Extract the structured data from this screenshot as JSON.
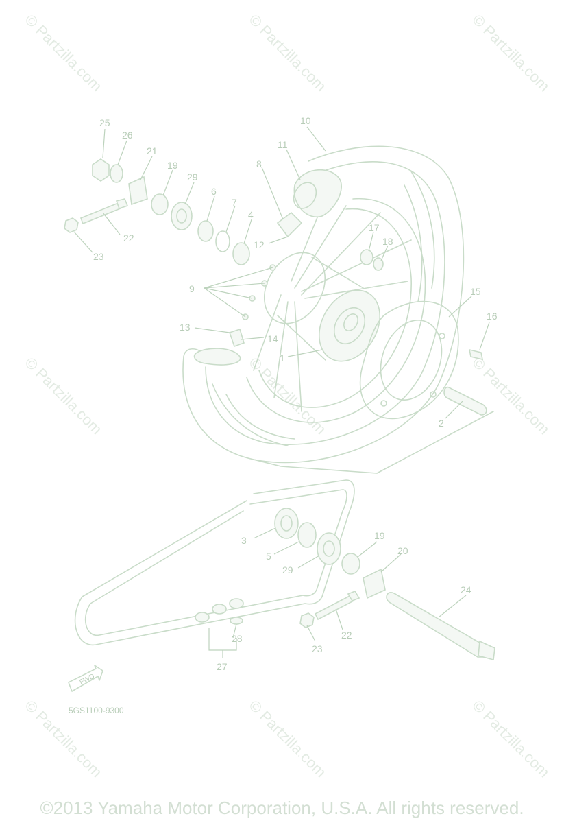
{
  "watermark": "© Partzilla.com",
  "diagram_code": "5GS1100-9300",
  "fwd_label": "FWD",
  "copyright": "©2013 Yamaha Motor Corporation, U.S.A. All rights reserved.",
  "callouts": {
    "c1": "1",
    "c2": "2",
    "c3": "3",
    "c4": "4",
    "c5": "5",
    "c6": "6",
    "c7": "7",
    "c8": "8",
    "c9": "9",
    "c10": "10",
    "c11": "11",
    "c12": "12",
    "c13": "13",
    "c14": "14",
    "c15": "15",
    "c16": "16",
    "c17": "17",
    "c18": "18",
    "c19a": "19",
    "c19b": "19",
    "c20": "20",
    "c21": "21",
    "c22a": "22",
    "c22b": "22",
    "c23a": "23",
    "c23b": "23",
    "c24": "24",
    "c25": "25",
    "c26": "26",
    "c27": "27",
    "c28": "28",
    "c29a": "29",
    "c29b": "29"
  },
  "colors": {
    "line": "#c9dcc9",
    "text": "#b8cdb8",
    "watermark": "#e3ebe3"
  }
}
